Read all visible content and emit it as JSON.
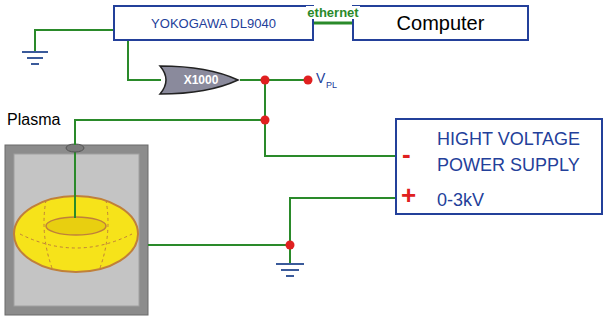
{
  "diagram": {
    "nodes": [
      {
        "text": [
          "YOKOGAWA DL9040"
        ]
      },
      {
        "text": [
          "Computer"
        ]
      },
      {
        "text": [
          "X1000"
        ]
      },
      {
        "text": [
          "Plasma"
        ]
      },
      {
        "text": [
          "HIGHT VOLTAGE POWER SUPPLY",
          "0-3kV"
        ]
      }
    ],
    "edges": [
      {
        "from": 0,
        "to": 1,
        "label": "ethernet",
        "arrow": "none"
      },
      {
        "from": 0,
        "to": 2,
        "arrow": "none"
      },
      {
        "from": 2,
        "to": 4,
        "arrow": "none"
      },
      {
        "from": 3,
        "to": 4,
        "arrow": "none"
      },
      {
        "from": 3,
        "to": 4,
        "arrow": "none"
      }
    ],
    "labels": [
      "-",
      "+",
      "V",
      "PL"
    ]
  }
}
